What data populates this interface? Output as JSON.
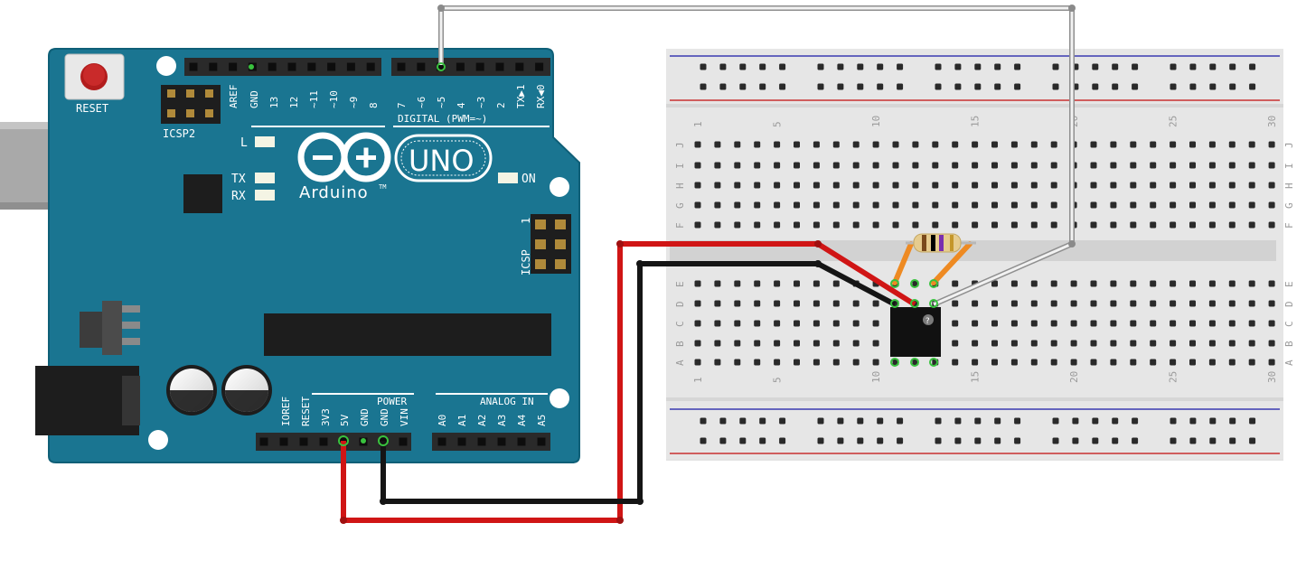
{
  "board": {
    "reset_label": "RESET",
    "icsp2_label": "ICSP2",
    "icsp_label": "ICSP",
    "led_l_label": "L",
    "led_tx_label": "TX",
    "led_rx_label": "RX",
    "on_label": "ON",
    "uno_label": "UNO",
    "brand_label": "Arduino",
    "trademark": "TM",
    "icsp_pin1_label": "1",
    "digital_header_label": "DIGITAL (PWM=~)",
    "power_header_label": "POWER",
    "analog_header_label": "ANALOG IN",
    "digital_pins": [
      "AREF",
      "GND",
      "13",
      "12",
      "~11",
      "~10",
      "~9",
      "8",
      "7",
      "~6",
      "~5",
      "4",
      "~3",
      "2",
      "TX▶1",
      "RX◀0"
    ],
    "power_pins": [
      "IOREF",
      "RESET",
      "3V3",
      "5V",
      "GND",
      "GND",
      "VIN"
    ],
    "analog_pins": [
      "A0",
      "A1",
      "A2",
      "A3",
      "A4",
      "A5"
    ]
  },
  "breadboard": {
    "row_letters_top": [
      "J",
      "I",
      "H",
      "G",
      "F"
    ],
    "row_letters_bottom": [
      "E",
      "D",
      "C",
      "B",
      "A"
    ],
    "column_numbers": [
      "1",
      "5",
      "10",
      "15",
      "20",
      "25",
      "30"
    ]
  },
  "ic": {
    "marking": "?"
  },
  "colors": {
    "board": "#1a7591",
    "board_edge": "#0f5f77",
    "wire_red": "#d01515",
    "wire_black": "#151515",
    "wire_white": "#e8e8e8",
    "pin_green": "#39c23e",
    "resistor_leg": "#ee8a22",
    "breadboard": "#e3e3e3"
  }
}
